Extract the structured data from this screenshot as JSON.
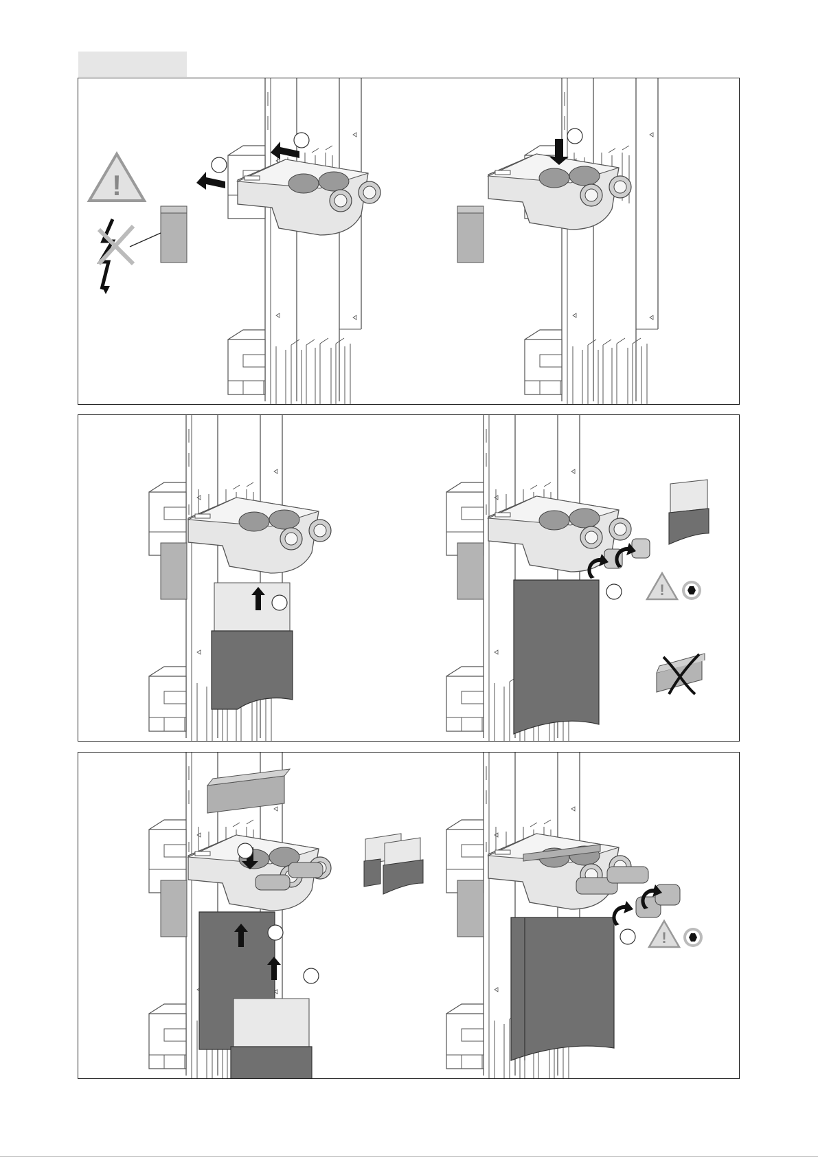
{
  "page": {
    "header_tab": "",
    "colors": {
      "frame": "#222222",
      "light_gray": "#e8e8e8",
      "mid_gray": "#b4b4b4",
      "dark_gray": "#707070",
      "outline": "#555555",
      "warning_fill": "#d8d8d8",
      "warning_stroke": "#9a9a9a"
    }
  },
  "panels": [
    {
      "name": "panel-1",
      "steps": [
        {
          "name": "slide-clamp-onto-busbar",
          "icons": [
            "warning-icon",
            "no-voltage-icon",
            "push-arrow-icon",
            "push-arrow-icon"
          ],
          "step_markers": 2
        },
        {
          "name": "press-clamp-down",
          "icons": [
            "push-arrow-icon"
          ],
          "step_markers": 1
        }
      ]
    },
    {
      "name": "panel-2",
      "steps": [
        {
          "name": "insert-cable-lug-upward",
          "icons": [
            "push-arrow-icon"
          ],
          "step_markers": 1
        },
        {
          "name": "tighten-screws",
          "icons": [
            "rotate-arrow-icon",
            "rotate-arrow-icon",
            "warning-icon",
            "hex-key-icon",
            "cross-icon"
          ],
          "step_markers": 1
        }
      ]
    },
    {
      "name": "panel-3",
      "steps": [
        {
          "name": "insert-two-cable-lugs",
          "icons": [
            "push-arrow-icon",
            "push-arrow-icon",
            "push-arrow-icon"
          ],
          "step_markers": 3
        },
        {
          "name": "tighten-long-screws",
          "icons": [
            "rotate-arrow-icon",
            "rotate-arrow-icon",
            "warning-icon",
            "hex-key-icon"
          ],
          "step_markers": 1
        }
      ]
    }
  ]
}
